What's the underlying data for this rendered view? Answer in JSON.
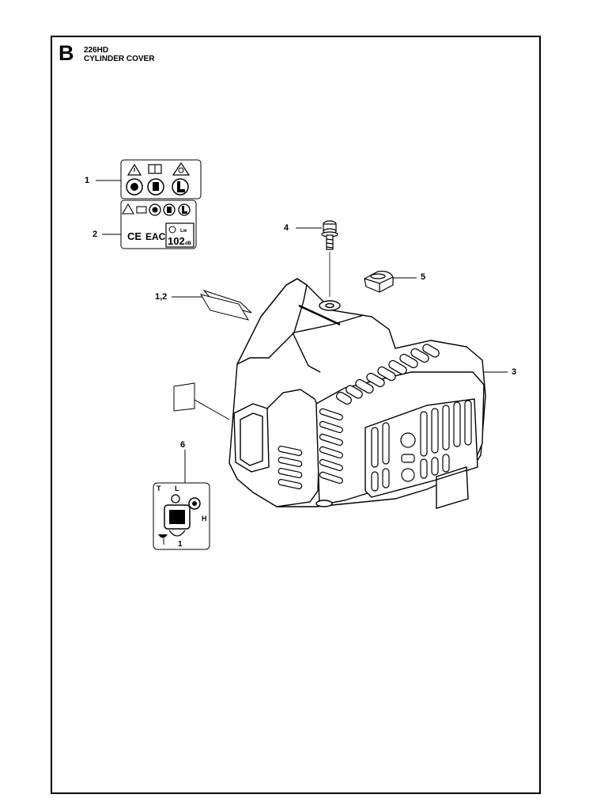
{
  "header": {
    "section_letter": "B",
    "model": "226HD",
    "title": "CYLINDER COVER"
  },
  "callouts": [
    {
      "id": "1",
      "label": "1"
    },
    {
      "id": "2",
      "label": "2"
    },
    {
      "id": "1-2",
      "label": "1,2"
    },
    {
      "id": "3",
      "label": "3"
    },
    {
      "id": "4",
      "label": "4"
    },
    {
      "id": "5",
      "label": "5"
    },
    {
      "id": "6",
      "label": "6"
    }
  ],
  "decal_2": {
    "marking_ce": "CE",
    "marking_eac": "EAC",
    "sound_level": "102",
    "sound_unit": "dB",
    "sound_prefix": "Lw"
  },
  "carburetor_decal": {
    "mark_t": "T",
    "mark_l": "L",
    "mark_h": "H",
    "mark_1": "1"
  }
}
